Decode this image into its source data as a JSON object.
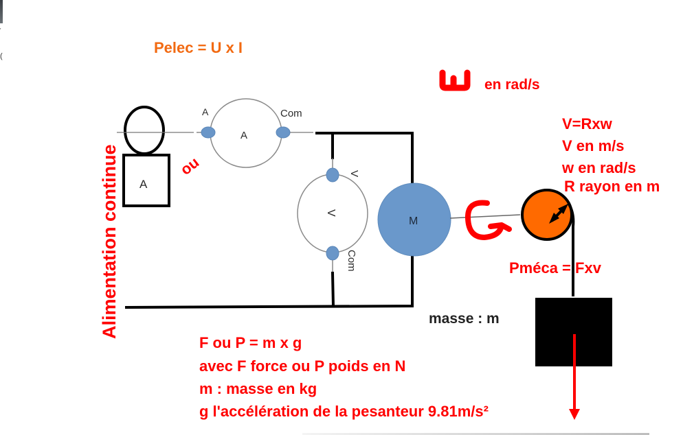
{
  "diagram": {
    "title_power_elec": "Pelec = U x I",
    "omega_symbol": "ω",
    "omega_unit": "en rad/s",
    "supply_label": "Alimentation continue",
    "or_label": "ou",
    "clamp_meter": {
      "label": "A"
    },
    "ammeter": {
      "label": "A",
      "terminal_in": "A",
      "terminal_com": "Com"
    },
    "voltmeter": {
      "label": "V",
      "terminal_in": "V",
      "terminal_com": "Com"
    },
    "motor": {
      "label": "M"
    },
    "velocity_notes": [
      "V=Rxw",
      "V en m/s",
      "w en rad/s",
      "R rayon en m"
    ],
    "power_meca": "Pméca = Fxv",
    "mass_label": "masse : m",
    "force_notes": [
      "F ou P = m x g",
      "avec F force ou P poids en N",
      "m : masse en kg",
      "g l'accélération de la pesanteur 9.81m/s²"
    ],
    "colors": {
      "annotation_red": "#ff0000",
      "pelec_orange": "#f26a12",
      "meter_blue": "#6a96c8",
      "pulley_orange": "#ff6a00"
    }
  },
  "window_edge": {
    "fragment_1": "'",
    "fragment_2": "("
  }
}
